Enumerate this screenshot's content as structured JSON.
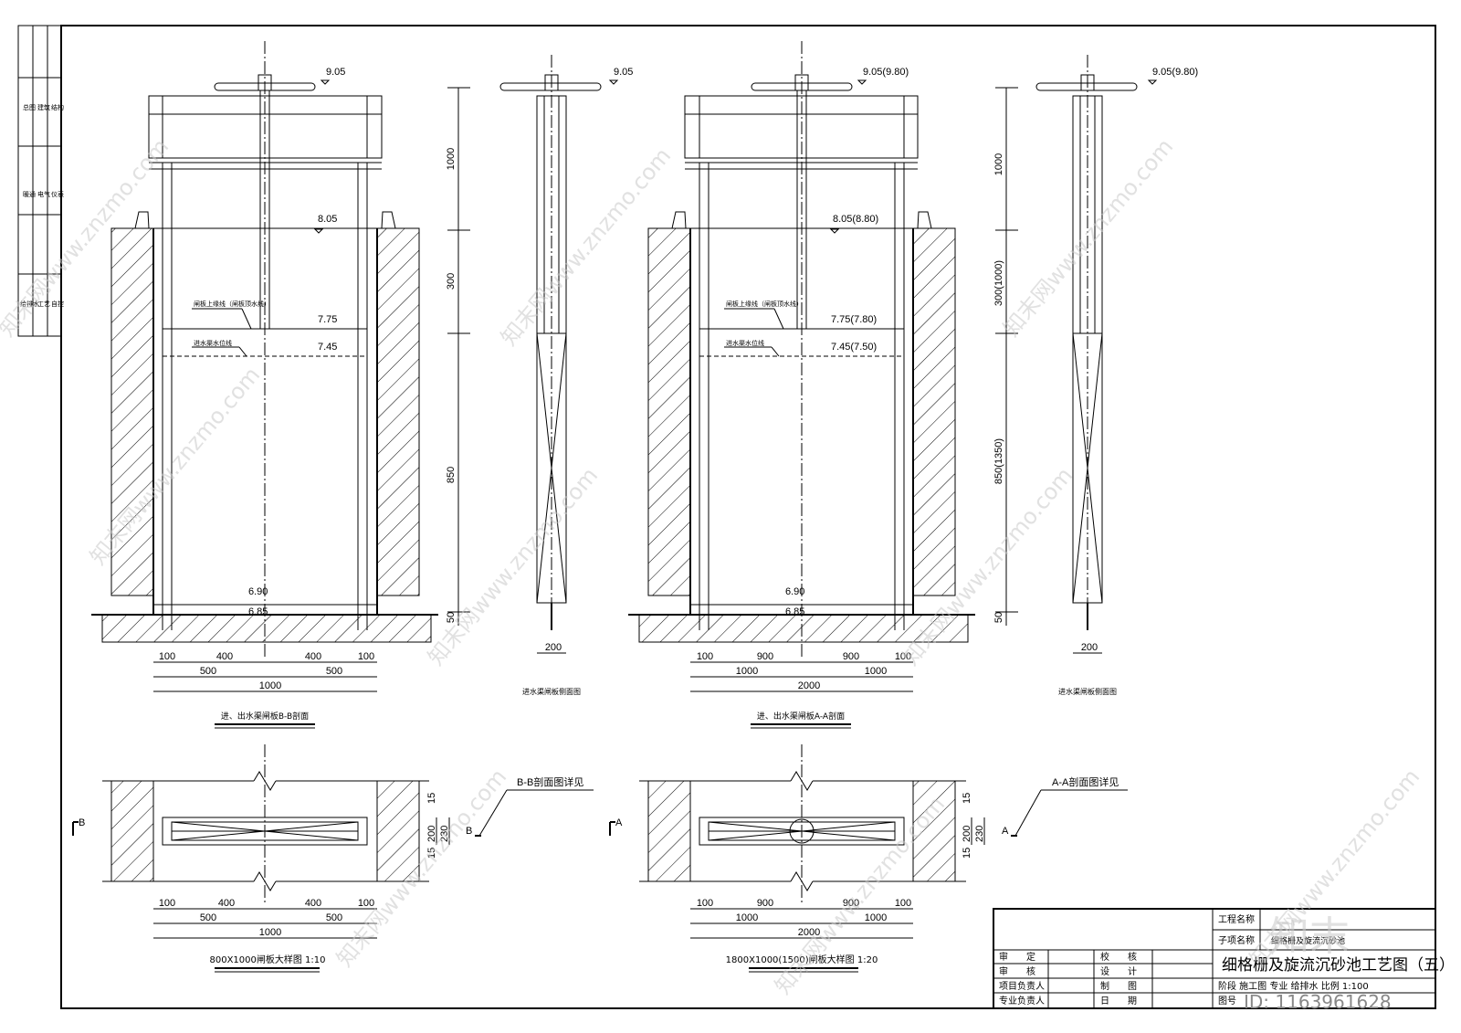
{
  "left_strip": {
    "row1": [
      "总图",
      "建筑",
      "结构"
    ],
    "row2": [
      "暖通",
      "电气",
      "仪表"
    ],
    "row3": [
      "给排水",
      "工艺",
      "自控"
    ]
  },
  "views": {
    "bb": {
      "elev_top": "9.05",
      "elev_slab": "8.05",
      "elev_gate_top": "7.75",
      "elev_water": "7.45",
      "elev_bottom1": "6.90",
      "elev_bottom2": "6.85",
      "note_gate": "闸板上缘线（闸板顶水线）",
      "note_water": "进水渠水位线",
      "dims_row1": [
        "100",
        "400",
        "400",
        "100"
      ],
      "dims_row2": [
        "500",
        "500"
      ],
      "dims_row3": "1000",
      "title": "进、出水渠闸板B-B剖面"
    },
    "side1": {
      "elev": "9.05",
      "dims": [
        "1000",
        "300",
        "850",
        "50"
      ],
      "width": "200",
      "title": "进水渠闸板侧面图"
    },
    "aa": {
      "elev_top": "9.05(9.80)",
      "elev_slab": "8.05(8.80)",
      "elev_gate_top": "7.75(7.80)",
      "elev_water": "7.45(7.50)",
      "elev_bottom1": "6.90",
      "elev_bottom2": "6.85",
      "note_gate": "闸板上缘线（闸板顶水线）",
      "note_water": "进水渠水位线",
      "dims_row1": [
        "100",
        "900",
        "900",
        "100"
      ],
      "dims_row2": [
        "1000",
        "1000"
      ],
      "dims_row3": "2000",
      "title": "进、出水渠闸板A-A剖面"
    },
    "side2": {
      "elev": "9.05(9.80)",
      "dims": [
        "1000",
        "300(1000)",
        "850(1350)",
        "50"
      ],
      "width": "200",
      "title": "进水渠闸板侧面图"
    }
  },
  "plans": {
    "p1": {
      "sec_letter": "B",
      "callout": "B-B剖面图详见",
      "callout_letter": "B",
      "dims_row1": [
        "100",
        "400",
        "400",
        "100"
      ],
      "dims_row2": [
        "500",
        "500"
      ],
      "dims_row3": "1000",
      "side_dims": [
        "15",
        "200",
        "230",
        "15"
      ],
      "title": "800X1000闸板大样图 1:10"
    },
    "p2": {
      "sec_letter": "A",
      "callout": "A-A剖面图详见",
      "callout_letter": "A",
      "dims_row1": [
        "100",
        "900",
        "900",
        "100"
      ],
      "dims_row2": [
        "1000",
        "1000"
      ],
      "dims_row3": "2000",
      "side_dims": [
        "15",
        "200",
        "230",
        "15"
      ],
      "title": "1800X1000(1500)闸板大样图 1:20"
    }
  },
  "title_block": {
    "project_label": "工程名称",
    "subproject_label": "子项名称",
    "subproject_value": "细格栅及旋流沉砂池",
    "drawing_title": "细格栅及旋流沉砂池工艺图（五）",
    "roles": [
      "审　　定",
      "审　　核",
      "项目负责人",
      "专业负责人"
    ],
    "roles2": [
      "校　　核",
      "设　　计",
      "制　　图",
      "日　　期"
    ],
    "stage_row": "阶段  施工图  专业  给排水  比例 1:100",
    "drawing_no_label": "图号",
    "id_text": "ID: 1163961628"
  },
  "watermarks": [
    "知末网www.znzmo.com",
    "知末"
  ]
}
